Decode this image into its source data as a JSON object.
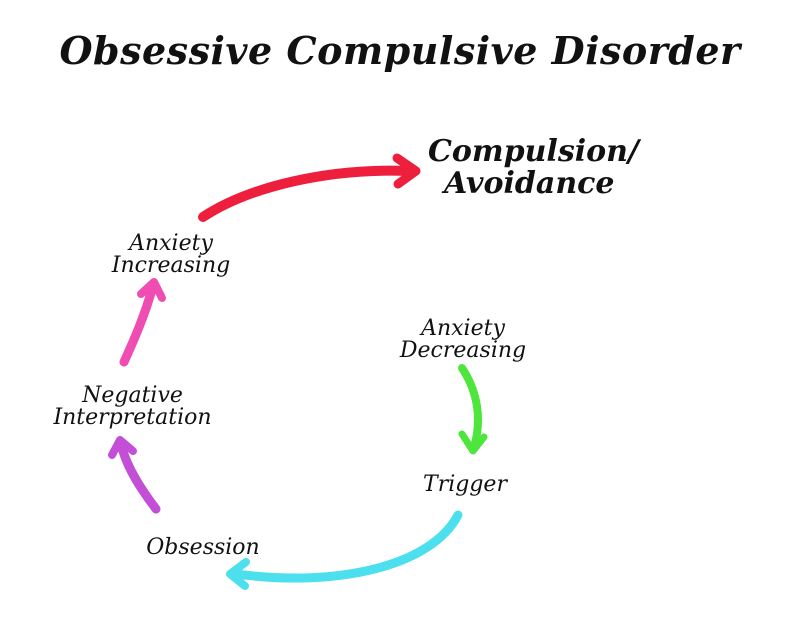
{
  "title": "Obsessive Compulsive Disorder",
  "nodes": {
    "compulsion": {
      "line1": "Compulsion/",
      "line2": "Avoidance"
    },
    "anxiety_increasing": {
      "line1": "Anxiety",
      "line2": "Increasing"
    },
    "negative_interpretation": {
      "line1": "Negative",
      "line2": "Interpretation"
    },
    "obsession": {
      "line1": "Obsession"
    },
    "trigger": {
      "line1": "Trigger"
    },
    "anxiety_decreasing": {
      "line1": "Anxiety",
      "line2": "Decreasing"
    }
  },
  "arrows": [
    {
      "from": "anxiety_increasing",
      "to": "compulsion",
      "color": "#ee1e3d"
    },
    {
      "from": "anxiety_decreasing",
      "to": "trigger",
      "color": "#4ee63c"
    },
    {
      "from": "trigger",
      "to": "obsession",
      "color": "#4ce0ee"
    },
    {
      "from": "obsession",
      "to": "negative_interpretation",
      "color": "#c34fd6"
    },
    {
      "from": "negative_interpretation",
      "to": "anxiety_increasing",
      "color": "#ef4db2"
    }
  ]
}
